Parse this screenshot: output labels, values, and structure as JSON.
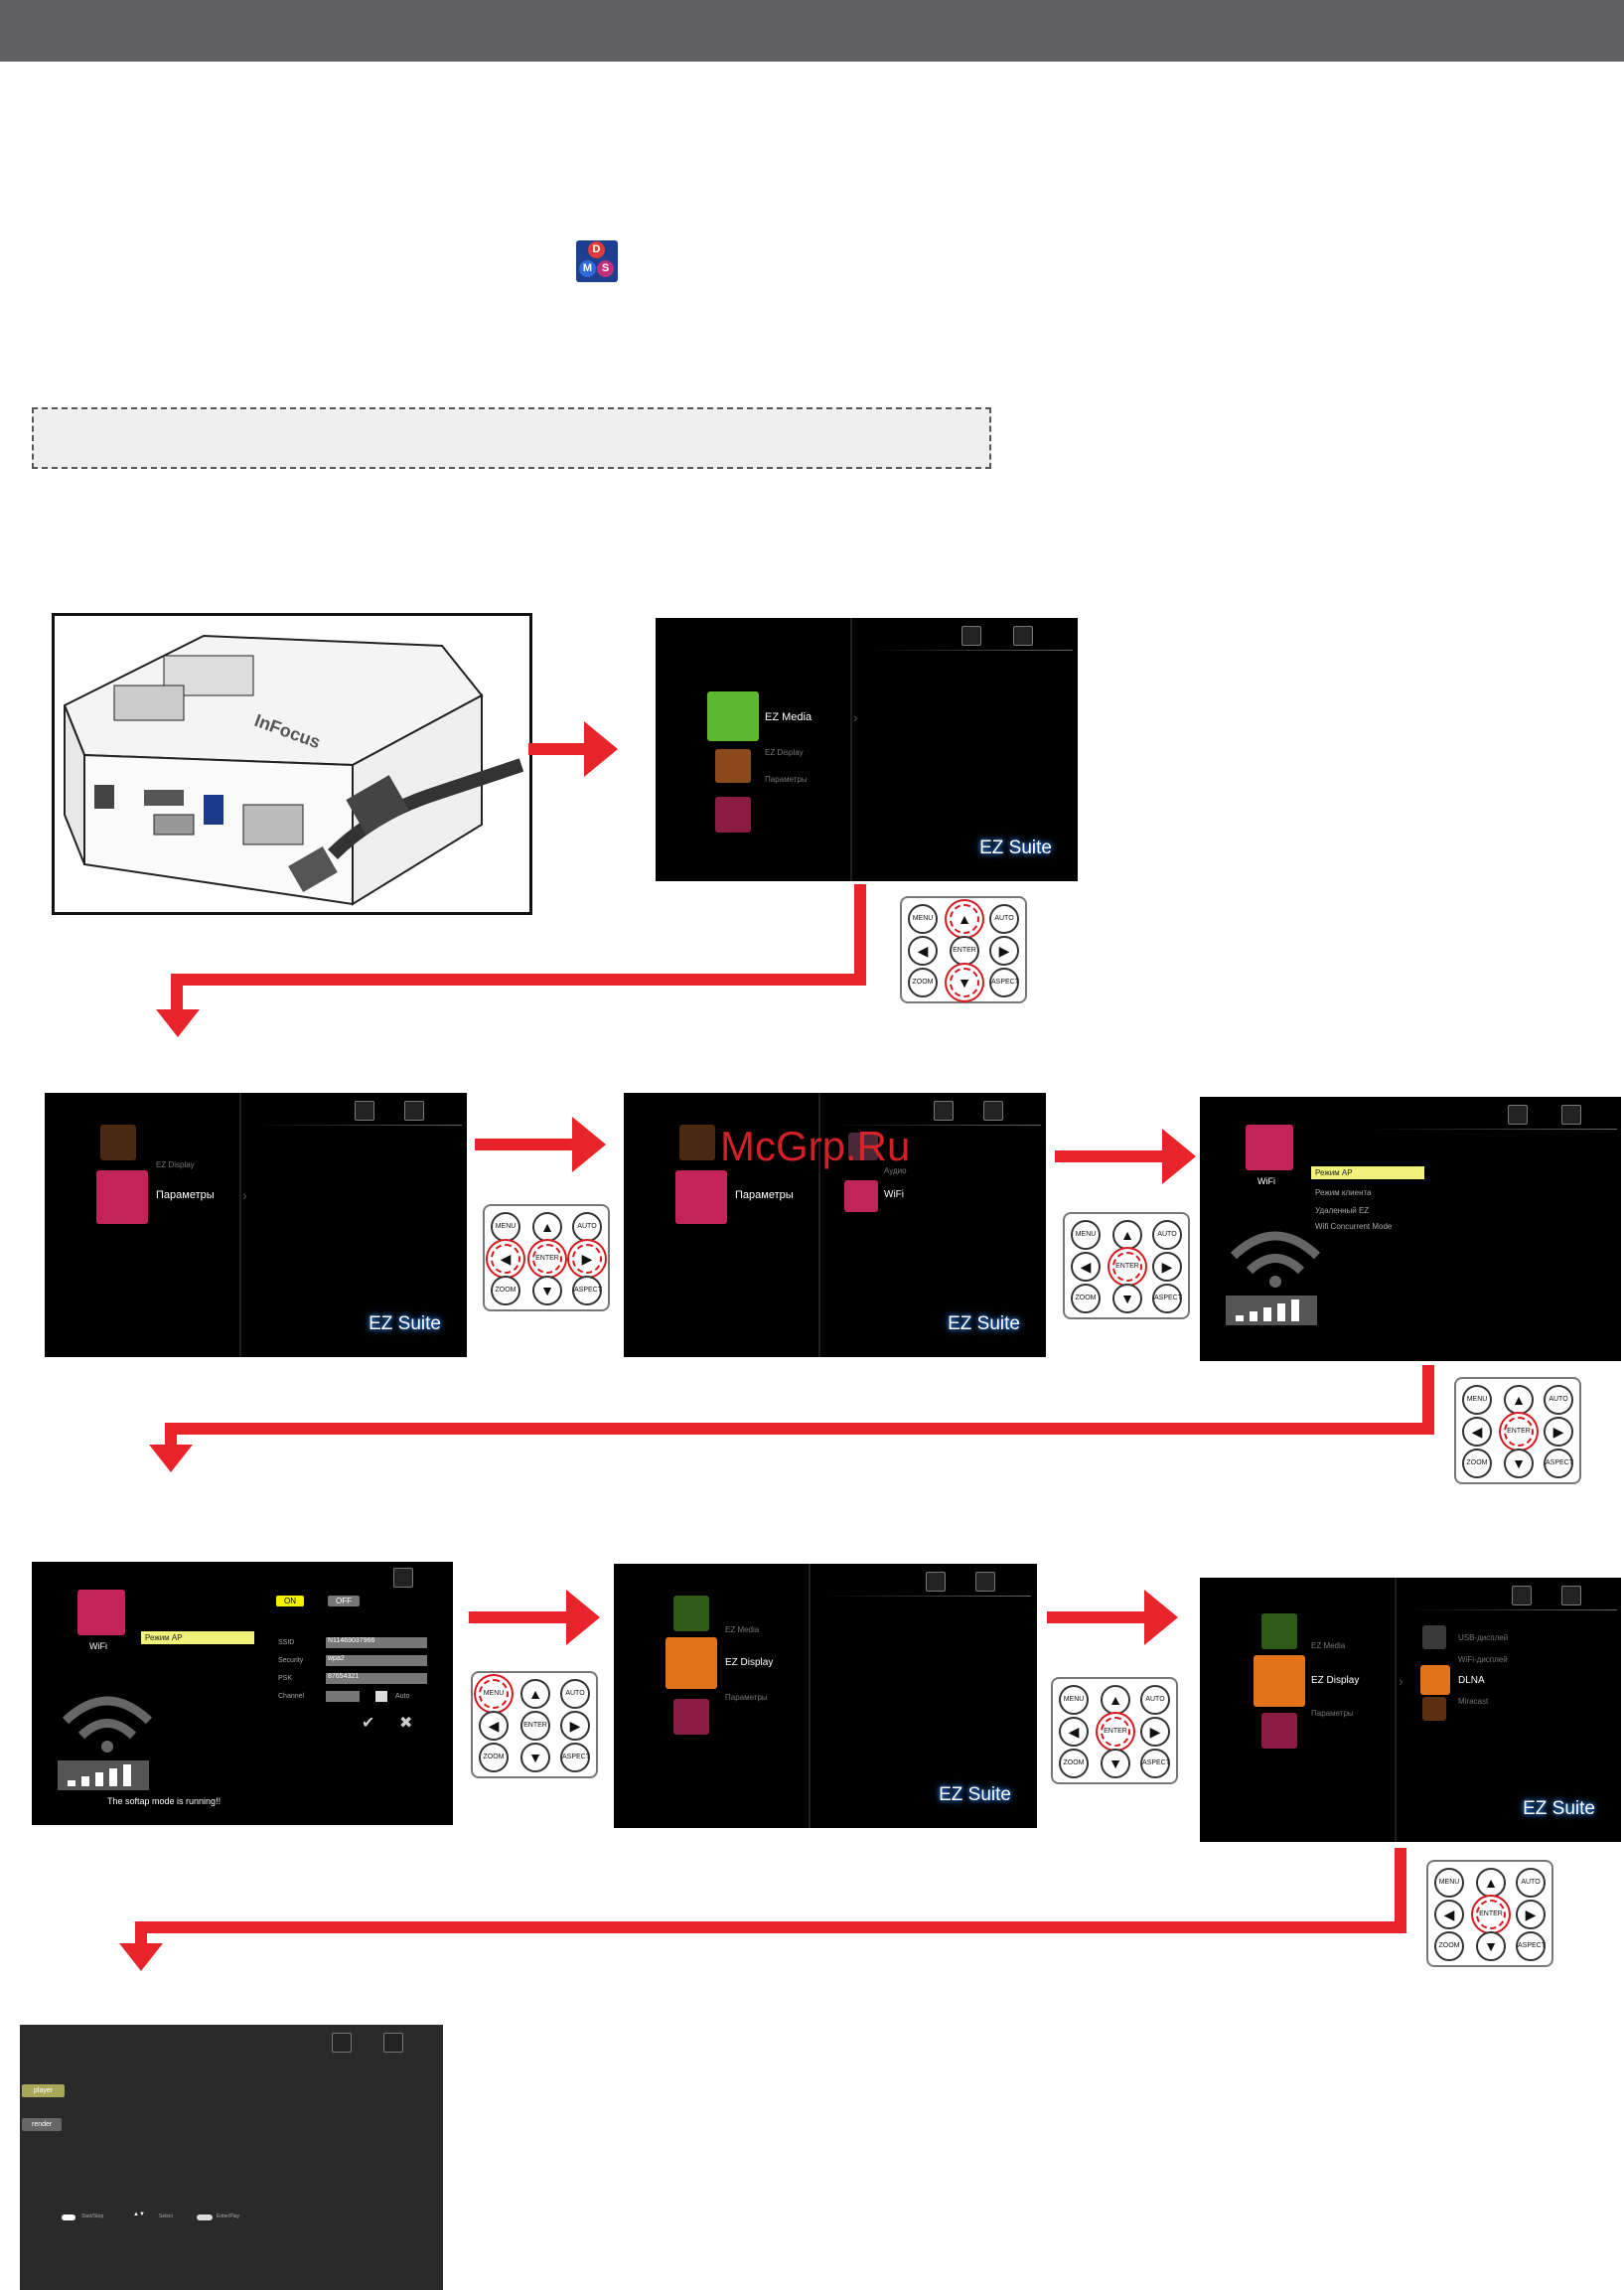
{
  "labels": {
    "ez_media": "EZ Media",
    "ez_display": "EZ Display",
    "parameters": "Параметры",
    "ez_suite": "EZ Suite",
    "wifi": "WiFi",
    "audio": "Аудио",
    "ap_mode": "Режим AP",
    "client_mode": "Режим клиента",
    "remote_ez": "Удаленный EZ",
    "wifi_concurrent": "Wifi Concurrent Mode",
    "usb_display": "USB-дисплей",
    "wifi_display": "WiFi-дисплей",
    "dlna": "DLNA",
    "miracast": "Miracast",
    "softap_running": "The softap mode is running!!",
    "on": "ON",
    "off": "OFF",
    "ssid_label": "SSID",
    "ssid_value": "N11469037966",
    "security_label": "Security",
    "security_value": "wpa2",
    "psk_label": "PSK",
    "psk_value": "87654321",
    "channel_label": "Channel",
    "auto": "Auto",
    "player": "player",
    "render": "render",
    "hint_start": "Start/Stop",
    "hint_select": "Select",
    "hint_enter": "Enter/Play",
    "watermark": "McGrp.Ru"
  },
  "remote": {
    "menu": "MENU",
    "auto": "AUTO",
    "enter": "ENTER",
    "zoom": "ZOOM",
    "aspect": "ASPECT",
    "up": "▲",
    "down": "▼",
    "left": "◀",
    "right": "▶"
  },
  "dms_icon": {
    "d": "D",
    "m": "M",
    "s": "S"
  },
  "colors": {
    "arrow": "#e8232a",
    "ez_media": "#5cb82e",
    "ez_display": "#e2731b",
    "parameters": "#c2245a",
    "highlight": "#f2f27a"
  }
}
